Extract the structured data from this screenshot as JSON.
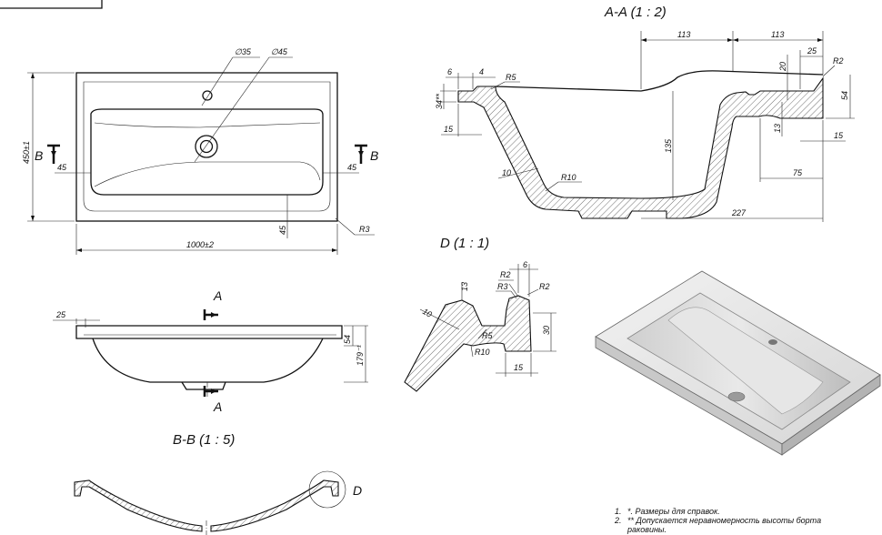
{
  "views": {
    "section_aa": {
      "title": "A-A (1 : 2)"
    },
    "detail_d": {
      "title": "D (1 : 1)"
    },
    "section_bb": {
      "title": "B-B (1 : 5)"
    }
  },
  "markers": {
    "a": "A",
    "b": "B",
    "d": "D"
  },
  "dims": {
    "plan": {
      "d35": "∅35",
      "d45": "∅45",
      "w": "1000±2",
      "h": "450±1",
      "left45": "45",
      "right45": "45",
      "bot45": "45",
      "r3": "R3"
    },
    "side": {
      "d25": "25",
      "d54": "54",
      "d179": "179⁻¹"
    },
    "aa": {
      "d113a": "113",
      "d113b": "113",
      "d25": "25",
      "d20": "20",
      "r2": "R2",
      "d6": "6",
      "d4": "4",
      "r5": "R5",
      "d34": "34**",
      "d54": "54",
      "d15a": "15",
      "d135": "135",
      "d13": "13",
      "d15b": "15",
      "d10": "10",
      "r10": "R10",
      "d75": "75",
      "d227": "227"
    },
    "d": {
      "d6": "6",
      "r2a": "R2",
      "r3": "R3",
      "r2b": "R2",
      "d13": "13",
      "d10": "10",
      "r5": "R5",
      "d30": "30",
      "r10": "R10",
      "d15": "15"
    }
  },
  "notes": [
    {
      "num": "1.",
      "text": "*. Размеры для справок."
    },
    {
      "num": "2.",
      "text": "** Допускается неравномерность высоты борта"
    },
    {
      "num": "",
      "text": "раковины."
    }
  ]
}
